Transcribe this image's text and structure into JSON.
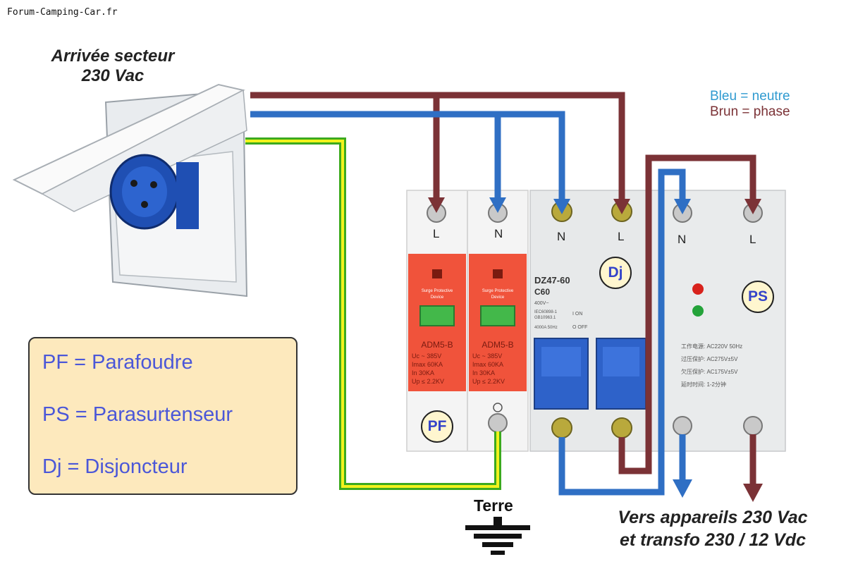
{
  "site": {
    "credit": "Forum-Camping-Car.fr"
  },
  "inlet": {
    "title_line1": "Arrivée secteur",
    "title_line2": "230 Vac"
  },
  "color_key": {
    "blue": "Bleu = neutre",
    "brown": "Brun = phase"
  },
  "legend": {
    "pf": "PF = Parafoudre",
    "ps": "PS = Parasurtenseur",
    "dj": "Dj = Disjoncteur"
  },
  "devices": {
    "pf": {
      "tag": "PF",
      "term_l": "L",
      "term_n": "N",
      "model": "ADM5-B",
      "brand_line1": "Surge Protective",
      "brand_line2": "Device",
      "spec_uc": "Uc ~ 385V",
      "spec_imax": "Imax  60KA",
      "spec_in": "In    30KA",
      "spec_up": "Up ≤ 2.2KV"
    },
    "dj": {
      "tag": "Dj",
      "term_n": "N",
      "term_l": "L",
      "model": "DZ47-60",
      "rating": "C60",
      "voltage": "400V~",
      "std1": "IEC60898-1",
      "std2": "GB10963.1",
      "breaking": "4000A 50Hz",
      "on": "I ON",
      "off": "O OFF"
    },
    "ps": {
      "tag": "PS",
      "term_n": "N",
      "term_l": "L",
      "spec1": "工作电源: AC220V  50Hz",
      "spec2": "过压保护: AC275V±5V",
      "spec3": "欠压保护: AC175V±5V",
      "spec4": "延时时间: 1-2分钟"
    }
  },
  "earth": {
    "label": "Terre"
  },
  "output": {
    "line1": "Vers appareils 230 Vac",
    "line2": "et transfo 230 / 12 Vdc"
  },
  "colors": {
    "phase": "#7b3236",
    "neutral": "#2f6fc4",
    "earth_green": "#3caa1e",
    "earth_yellow": "#f2f21c",
    "device_red": "#f0533b"
  }
}
